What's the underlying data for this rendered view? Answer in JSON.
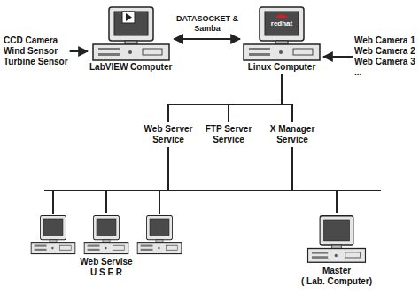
{
  "diagram": {
    "nodes": [
      {
        "text": [
          "CCD Camera",
          "Wind Sensor",
          "Turbine Sensor"
        ]
      },
      {
        "text": [
          "LabVIEW Computer"
        ]
      },
      {
        "text": [
          "Linux Computer"
        ]
      },
      {
        "text": [
          "Web Camera 1",
          "Web Camera 2",
          "Web Camera 3",
          "..."
        ]
      },
      {
        "text": [
          "Web Server Service"
        ]
      },
      {
        "text": [
          "FTP Server Service"
        ]
      },
      {
        "text": [
          "X Manager Service"
        ]
      },
      {
        "text": [
          "Web Servise",
          "U S E R"
        ]
      },
      {
        "text": [
          "Master",
          "( Lab. Computer)"
        ]
      }
    ],
    "edges": [
      {
        "from": 0,
        "to": 1,
        "arrow": "to"
      },
      {
        "from": 3,
        "to": 2,
        "arrow": "to"
      },
      {
        "from": 1,
        "to": 2,
        "label": "DATASOCKET & Samba",
        "arrow": "both"
      },
      {
        "from": 2,
        "to": 4,
        "arrow": "none"
      },
      {
        "from": 2,
        "to": 5,
        "arrow": "none"
      },
      {
        "from": 2,
        "to": 6,
        "arrow": "none"
      },
      {
        "from": 4,
        "to": 7,
        "arrow": "none"
      },
      {
        "from": 6,
        "to": 8,
        "arrow": "none"
      }
    ],
    "labels": [
      "redhat"
    ]
  }
}
